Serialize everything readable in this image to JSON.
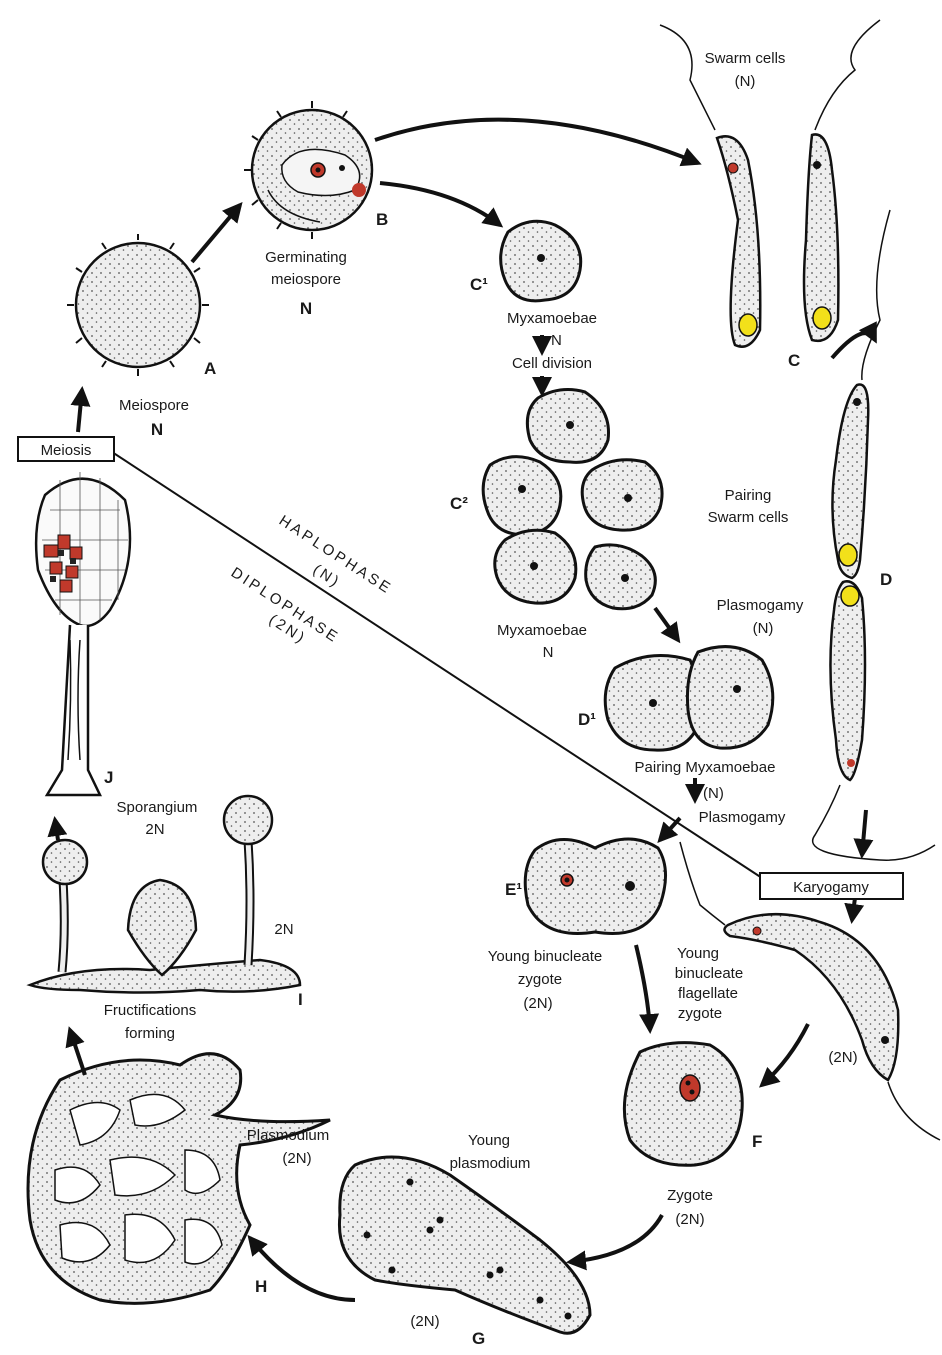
{
  "labels": {
    "swarm_cells": "Swarm cells",
    "swarm_cells_ploidy": "(N)",
    "letter_b": "B",
    "germinating_line1": "Germinating",
    "germinating_line2": "meiospore",
    "germinating_ploidy": "N",
    "letter_c1": "C¹",
    "myxamoebae_1": "Myxamoebae",
    "myxamoebae_1_ploidy": "N",
    "cell_division": "Cell division",
    "letter_c": "C",
    "letter_a": "A",
    "meiospore": "Meiospore",
    "meiospore_ploidy": "N",
    "meiosis": "Meiosis",
    "letter_c2": "C²",
    "pairing_swarm_line1": "Pairing",
    "pairing_swarm_line2": "Swarm cells",
    "haplophase": "HAPLOPHASE",
    "haplophase_ploidy": "(N)",
    "diplophase": "DIPLOPHASE",
    "diplophase_ploidy": "(2N)",
    "letter_d": "D",
    "plasmogamy_top": "Plasmogamy",
    "plasmogamy_top_ploidy": "(N)",
    "myxamoebae_2": "Myxamoebae",
    "myxamoebae_2_ploidy": "N",
    "letter_d1": "D¹",
    "pairing_myxamoebae": "Pairing  Myxamoebae",
    "pairing_myxamoebae_ploidy": "(N)",
    "plasmogamy_bottom": "Plasmogamy",
    "letter_j": "J",
    "sporangium": "Sporangium",
    "sporangium_ploidy": "2N",
    "letter_e1": "E¹",
    "karyogamy": "Karyogamy",
    "fructification_ploidy": "2N",
    "young_binucleate_line1": "Young binucleate",
    "young_binucleate_line2": "zygote",
    "young_binucleate_ploidy": "(2N)",
    "flagellate_line1": "Young",
    "flagellate_line2": "binucleate",
    "flagellate_line3": "flagellate",
    "flagellate_line4": "zygote",
    "fructifications_line1": "Fructifications",
    "fructifications_line2": "forming",
    "letter_i": "I",
    "flagellate_ploidy": "(2N)",
    "letter_f": "F",
    "plasmodium": "Plasmodium",
    "plasmodium_ploidy": "(2N)",
    "young_plasmodium_line1": "Young",
    "young_plasmodium_line2": "plasmodium",
    "zygote": "Zygote",
    "zygote_ploidy": "(2N)",
    "letter_h": "H",
    "young_plasmodium_ploidy": "(2N)",
    "letter_g": "G"
  },
  "colors": {
    "nucleus_highlight": "#c0392b",
    "vacuole": "#f2e01a"
  }
}
